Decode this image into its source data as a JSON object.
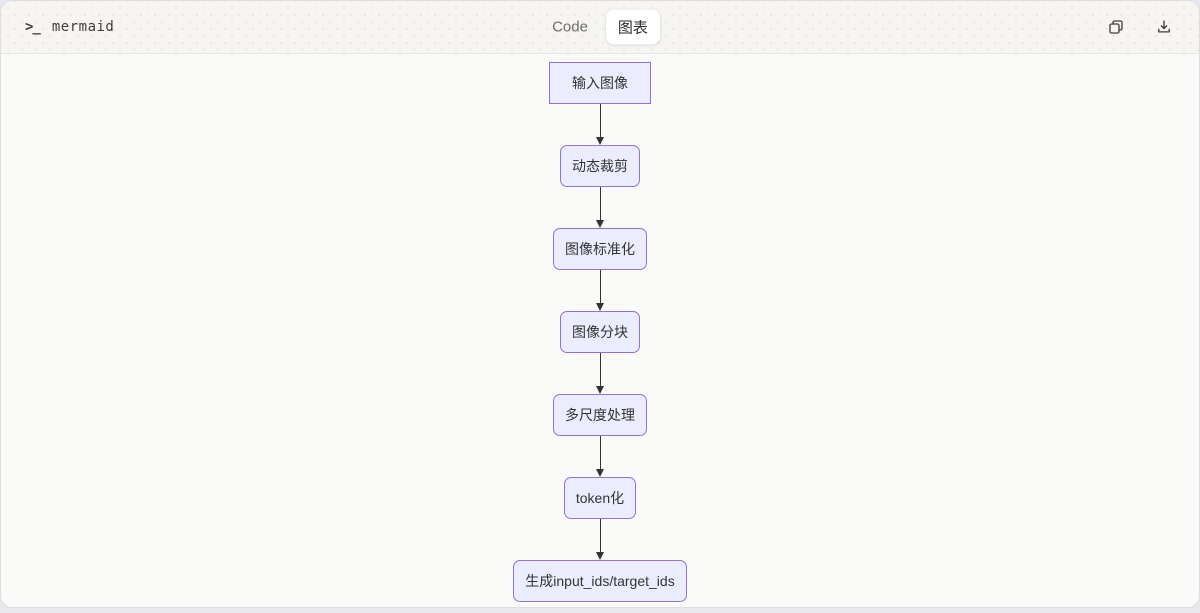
{
  "header": {
    "prompt_glyph": ">_",
    "app_label": "mermaid",
    "tabs": [
      {
        "label": "Code",
        "active": false
      },
      {
        "label": "图表",
        "active": true
      }
    ],
    "actions": {
      "copy": "copy-to-clipboard",
      "download": "download"
    }
  },
  "colors": {
    "header_bg": "#f6f5f2",
    "header_dots": "#e7e5e0",
    "content_bg": "#fafaf9",
    "node_fill": "#ECECFF",
    "node_border": "#9370DB",
    "node_text": "#333333",
    "edge": "#333333",
    "active_tab_bg": "#ffffff"
  },
  "diagram": {
    "type": "flowchart",
    "direction": "top-down",
    "nodes": [
      {
        "id": "A",
        "label": "输入图像",
        "shape": "rect"
      },
      {
        "id": "B",
        "label": "动态裁剪",
        "shape": "rounded"
      },
      {
        "id": "C",
        "label": "图像标准化",
        "shape": "rounded"
      },
      {
        "id": "D",
        "label": "图像分块",
        "shape": "rounded"
      },
      {
        "id": "E",
        "label": "多尺度处理",
        "shape": "rounded"
      },
      {
        "id": "F",
        "label": "token化",
        "shape": "rounded"
      },
      {
        "id": "G",
        "label": "生成input_ids/target_ids",
        "shape": "rounded"
      }
    ],
    "edges": [
      [
        "A",
        "B"
      ],
      [
        "B",
        "C"
      ],
      [
        "C",
        "D"
      ],
      [
        "D",
        "E"
      ],
      [
        "E",
        "F"
      ],
      [
        "F",
        "G"
      ]
    ]
  }
}
